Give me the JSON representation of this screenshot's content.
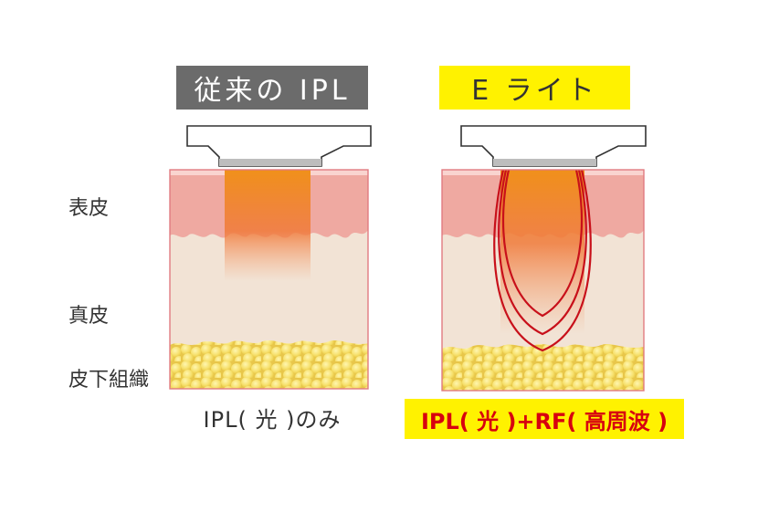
{
  "left_panel": {
    "title": "従来の IPL",
    "caption": "IPL( 光 )のみ"
  },
  "right_panel": {
    "title": "E ライト",
    "caption": "IPL( 光 )+RF( 高周波 )"
  },
  "layers": {
    "epidermis": "表皮",
    "dermis": "真皮",
    "subcutaneous": "皮下組織"
  },
  "colors": {
    "left_title_bg": "#6b6b6b",
    "right_title_bg": "#fff200",
    "rf_line": "#c8101a",
    "caption_text": "#d7000f"
  }
}
